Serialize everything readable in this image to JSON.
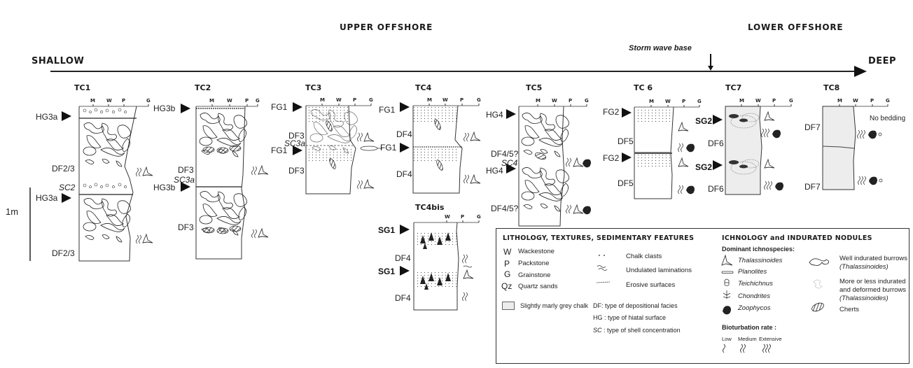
{
  "header": {
    "upper_offshore": "UPPER OFFSHORE",
    "lower_offshore": "LOWER OFFSHORE",
    "shallow": "SHALLOW",
    "deep": "DEEP",
    "storm_wave_base": "Storm wave base"
  },
  "scale": {
    "label": "1m"
  },
  "texture_ticks": [
    "M",
    "W",
    "P",
    "G"
  ],
  "texture_ticks_tc4bis": [
    "W",
    "P",
    "G"
  ],
  "columns": [
    {
      "id": "TC1",
      "labels": {
        "hg_top": "HG3a",
        "df_mid": "DF2/3",
        "sc": "SC2",
        "hg_bot": "HG3a",
        "df_bot": "DF2/3"
      }
    },
    {
      "id": "TC2",
      "labels": {
        "hg_top": "HG3b",
        "df_mid": "DF3",
        "sc": "SC3a",
        "hg_bot": "HG3b",
        "df_bot": "DF3"
      }
    },
    {
      "id": "TC3",
      "labels": {
        "fg_top": "FG1",
        "df_mid": "DF3",
        "sc": "SC3a",
        "fg_bot": "FG1",
        "df_bot": "DF3"
      }
    },
    {
      "id": "TC4",
      "labels": {
        "fg_top": "FG1",
        "df_mid": "DF4",
        "fg_bot": "FG1",
        "df_bot": "DF4"
      }
    },
    {
      "id": "TC4bis",
      "labels": {
        "sg_top": "SG1",
        "df_mid": "DF4",
        "sg_bot": "SG1",
        "df_bot": "DF4"
      }
    },
    {
      "id": "TC5",
      "labels": {
        "hg_top": "HG4",
        "df_mid": "DF4/5?",
        "sc": "SC4",
        "hg_bot": "HG4",
        "df_bot": "DF4/5?"
      }
    },
    {
      "id": "TC 6",
      "labels": {
        "fg_top": "FG2",
        "df_mid": "DF5",
        "fg_bot": "FG2",
        "df_bot": "DF5"
      }
    },
    {
      "id": "TC7",
      "labels": {
        "sg_top": "SG2",
        "df_mid": "DF6",
        "sg_bot": "SG2",
        "df_bot": "DF6"
      }
    },
    {
      "id": "TC8",
      "labels": {
        "df_mid": "DF7",
        "df_bot": "DF7",
        "note": "No bedding"
      }
    }
  ],
  "legend": {
    "lithology": {
      "title": "LITHOLOGY, TEXTURES, SEDIMENTARY FEATURES",
      "items": [
        {
          "symbol": "W",
          "label": "Wackestone"
        },
        {
          "symbol": "P",
          "label": "Packstone"
        },
        {
          "symbol": "G",
          "label": "Grainstone"
        },
        {
          "symbol": "Qz",
          "label": "Quartz sands"
        }
      ],
      "features": [
        {
          "symbol": "chalk-clasts",
          "label": "Chalk clasts"
        },
        {
          "symbol": "undulated-laminations",
          "label": "Undulated laminations"
        },
        {
          "symbol": "erosive-surfaces",
          "label": "Erosive surfaces"
        }
      ],
      "grey_chalk": "Slightly marly grey chalk",
      "abbreviations": [
        {
          "abbr": "DF",
          "text": "DF: type of depositional facies"
        },
        {
          "abbr": "HG",
          "text": "HG : type of hiatal surface"
        },
        {
          "abbr": "SC",
          "text_abbr": "SC",
          "text_rest": " : type of shell concentration"
        }
      ]
    },
    "ichnology": {
      "title": "ICHNOLOGY and INDURATED NODULES",
      "subtitle": "Dominant ichnospecies:",
      "species": [
        "Thalassinoides",
        "Planolites",
        "Teichichnus",
        "Chondrites",
        "Zoophycos"
      ],
      "nodules": [
        {
          "label": "Well indurated burrows",
          "sub": "(Thalassinoides)"
        },
        {
          "label": "More or less indurated",
          "label2": "and deformed burrows",
          "sub": "(Thalassinoides)"
        },
        {
          "label": "Cherts"
        }
      ],
      "bioturbation": {
        "title": "Bioturbation rate :",
        "levels": [
          "Low",
          "Medium",
          "Extensive"
        ]
      }
    }
  }
}
